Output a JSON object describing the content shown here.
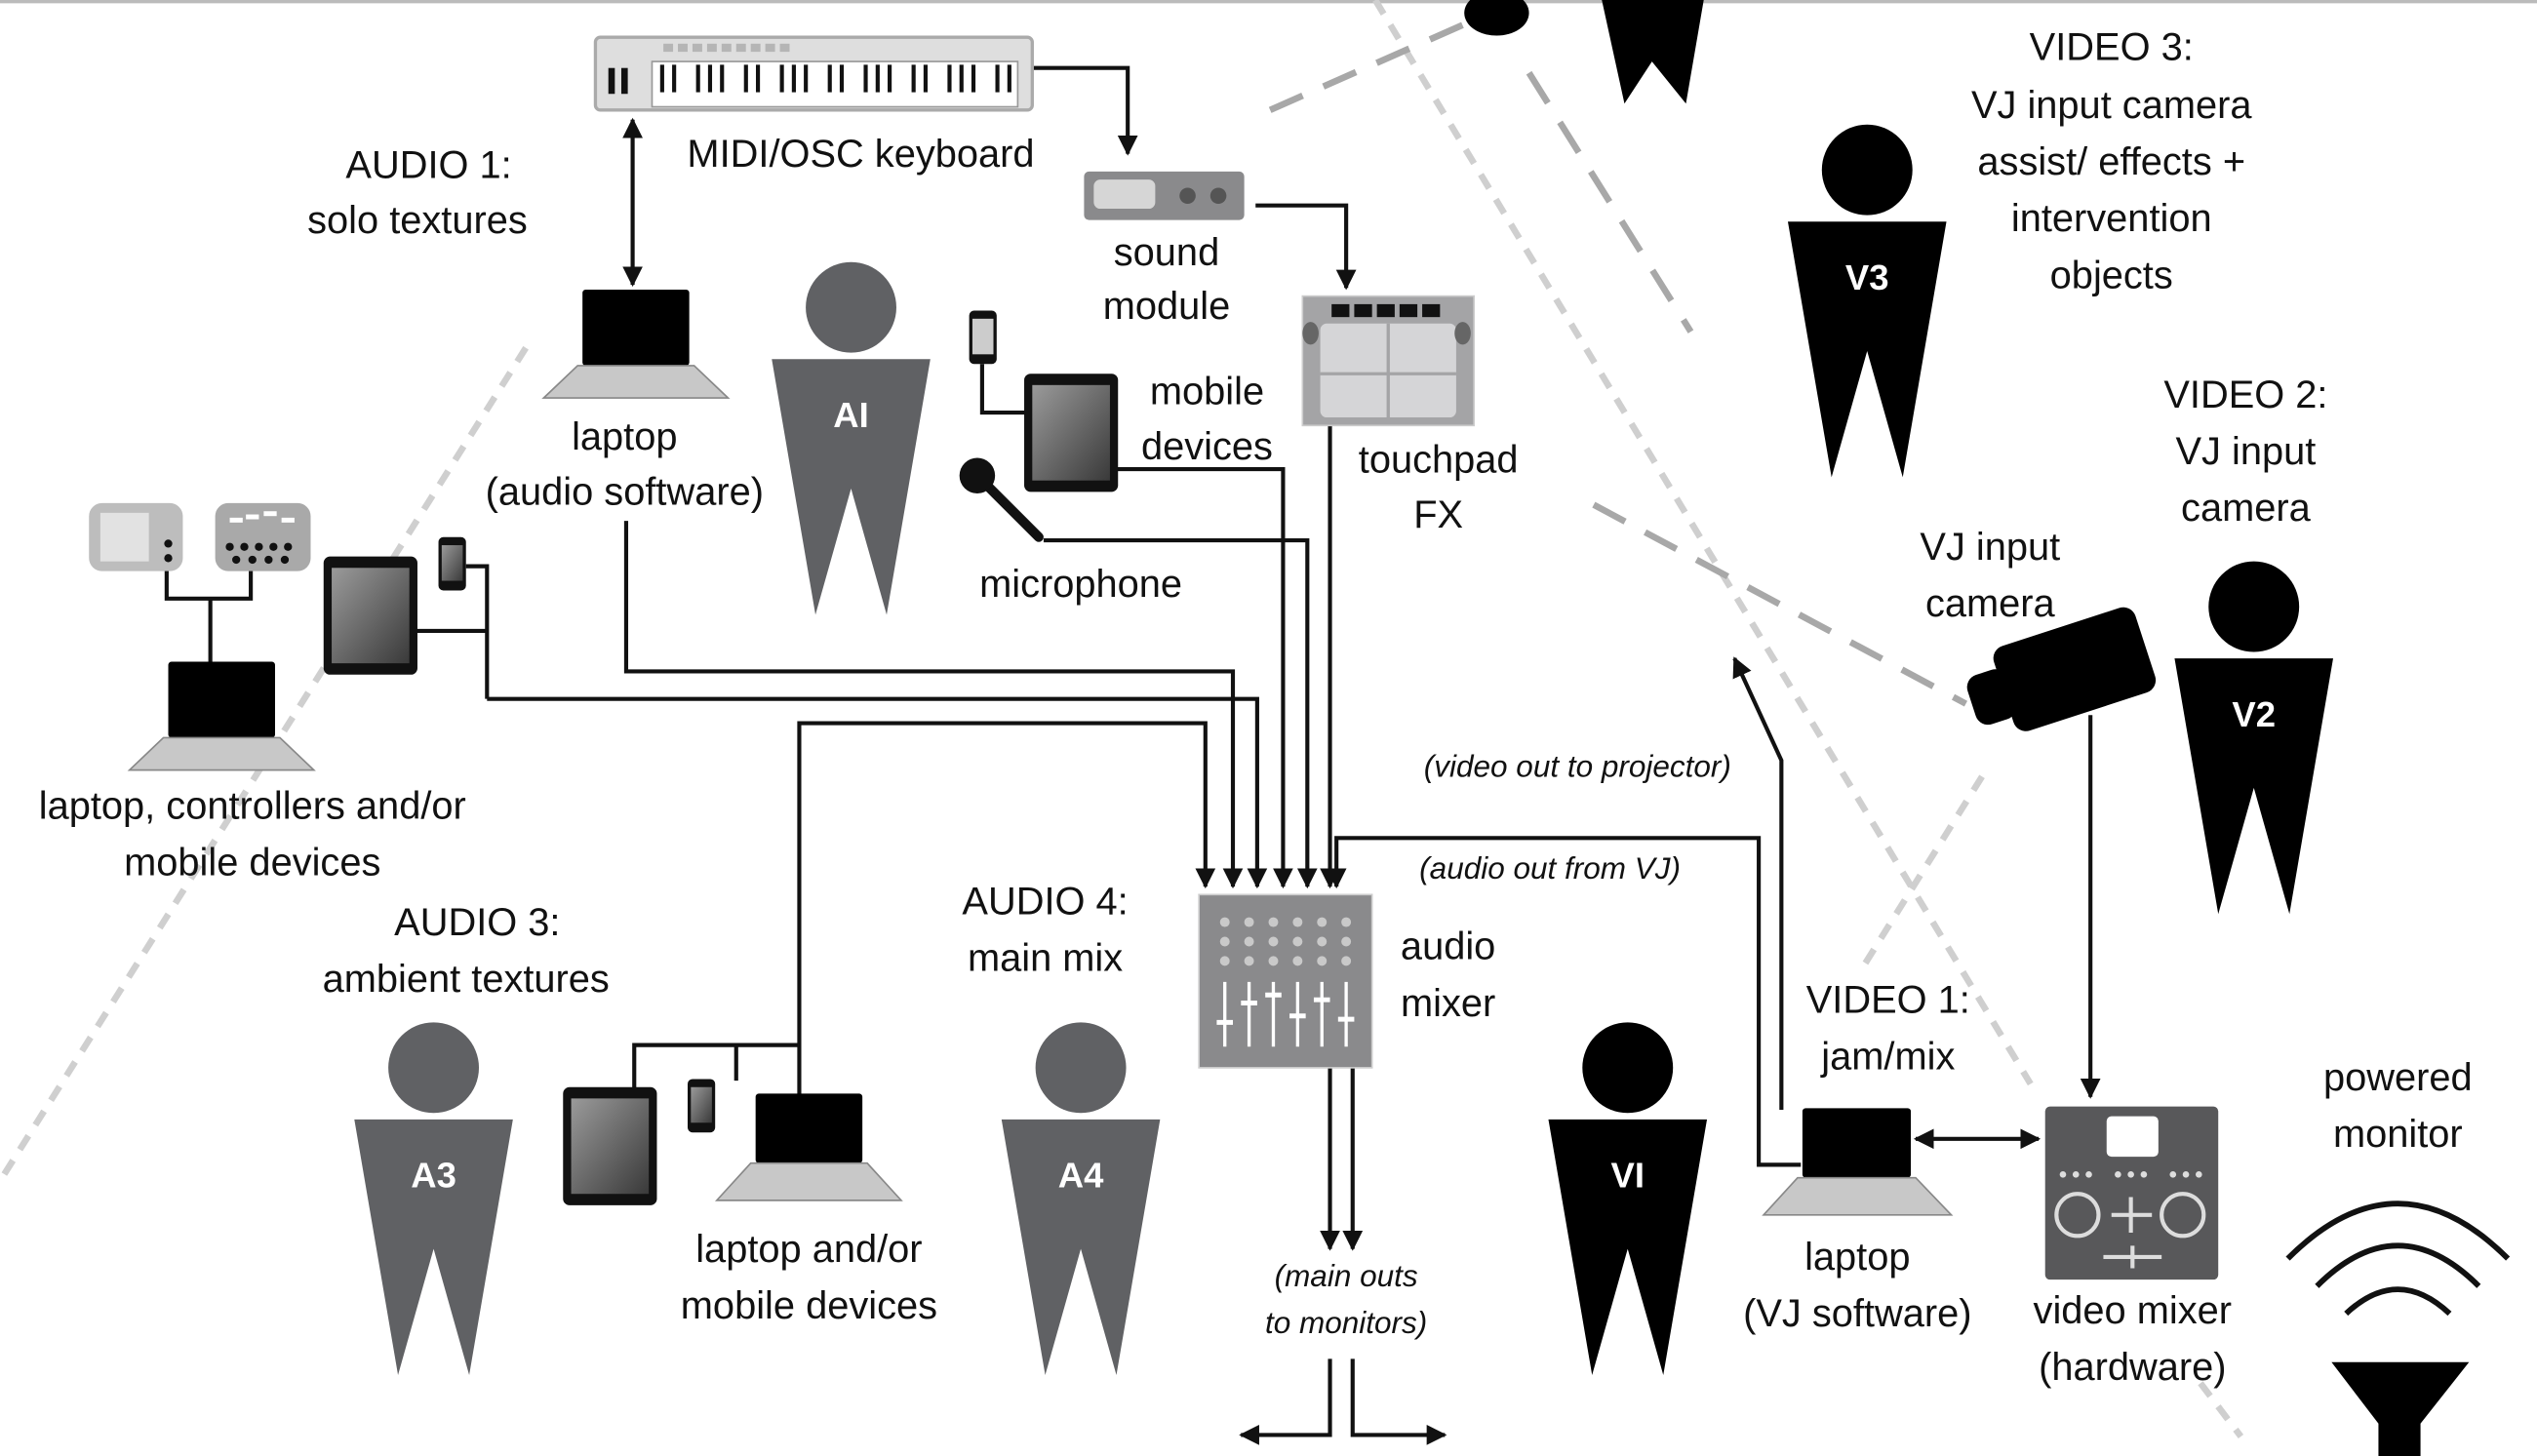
{
  "colors": {
    "audio_performer": "#606164",
    "video_performer": "#000000",
    "device_gray": "#8a8a8c",
    "light_gray": "#dcdcdc",
    "dash": "#a8a8a8"
  },
  "labels": {
    "audio1": [
      "AUDIO 1:",
      "solo textures"
    ],
    "keyboard": "MIDI/OSC keyboard",
    "sound_module": [
      "sound",
      "module"
    ],
    "laptop_audio": [
      "laptop",
      "(audio software)"
    ],
    "mobile_devices": [
      "mobile",
      "devices"
    ],
    "touchpad": [
      "touchpad",
      "FX"
    ],
    "microphone": "microphone",
    "laptop_controllers": [
      "laptop, controllers and/or",
      "mobile devices"
    ],
    "audio3": [
      "AUDIO 3:",
      "ambient textures"
    ],
    "audio4": [
      "AUDIO 4:",
      "main mix"
    ],
    "audio_mixer": [
      "audio",
      "mixer"
    ],
    "laptop_mobile": [
      "laptop and/or",
      "mobile devices"
    ],
    "main_outs": [
      "(main outs",
      "to monitors)"
    ],
    "video_out": "(video out to projector)",
    "audio_out": "(audio out from VJ)",
    "video3": [
      "VIDEO 3:",
      "VJ input camera",
      "assist/ effects +",
      "intervention",
      "objects"
    ],
    "video2": [
      "VIDEO 2:",
      "VJ input",
      "camera"
    ],
    "vj_camera": [
      "VJ input",
      "camera"
    ],
    "video1": [
      "VIDEO 1:",
      "jam/mix"
    ],
    "laptop_vj": [
      "laptop",
      "(VJ software)"
    ],
    "video_mixer": [
      "video mixer",
      "(hardware)"
    ],
    "powered_monitor": [
      "powered",
      "monitor"
    ]
  },
  "performers": {
    "a1": "AI",
    "a3": "A3",
    "a4": "A4",
    "v1": "VI",
    "v3": "V3",
    "v2": "V2"
  }
}
